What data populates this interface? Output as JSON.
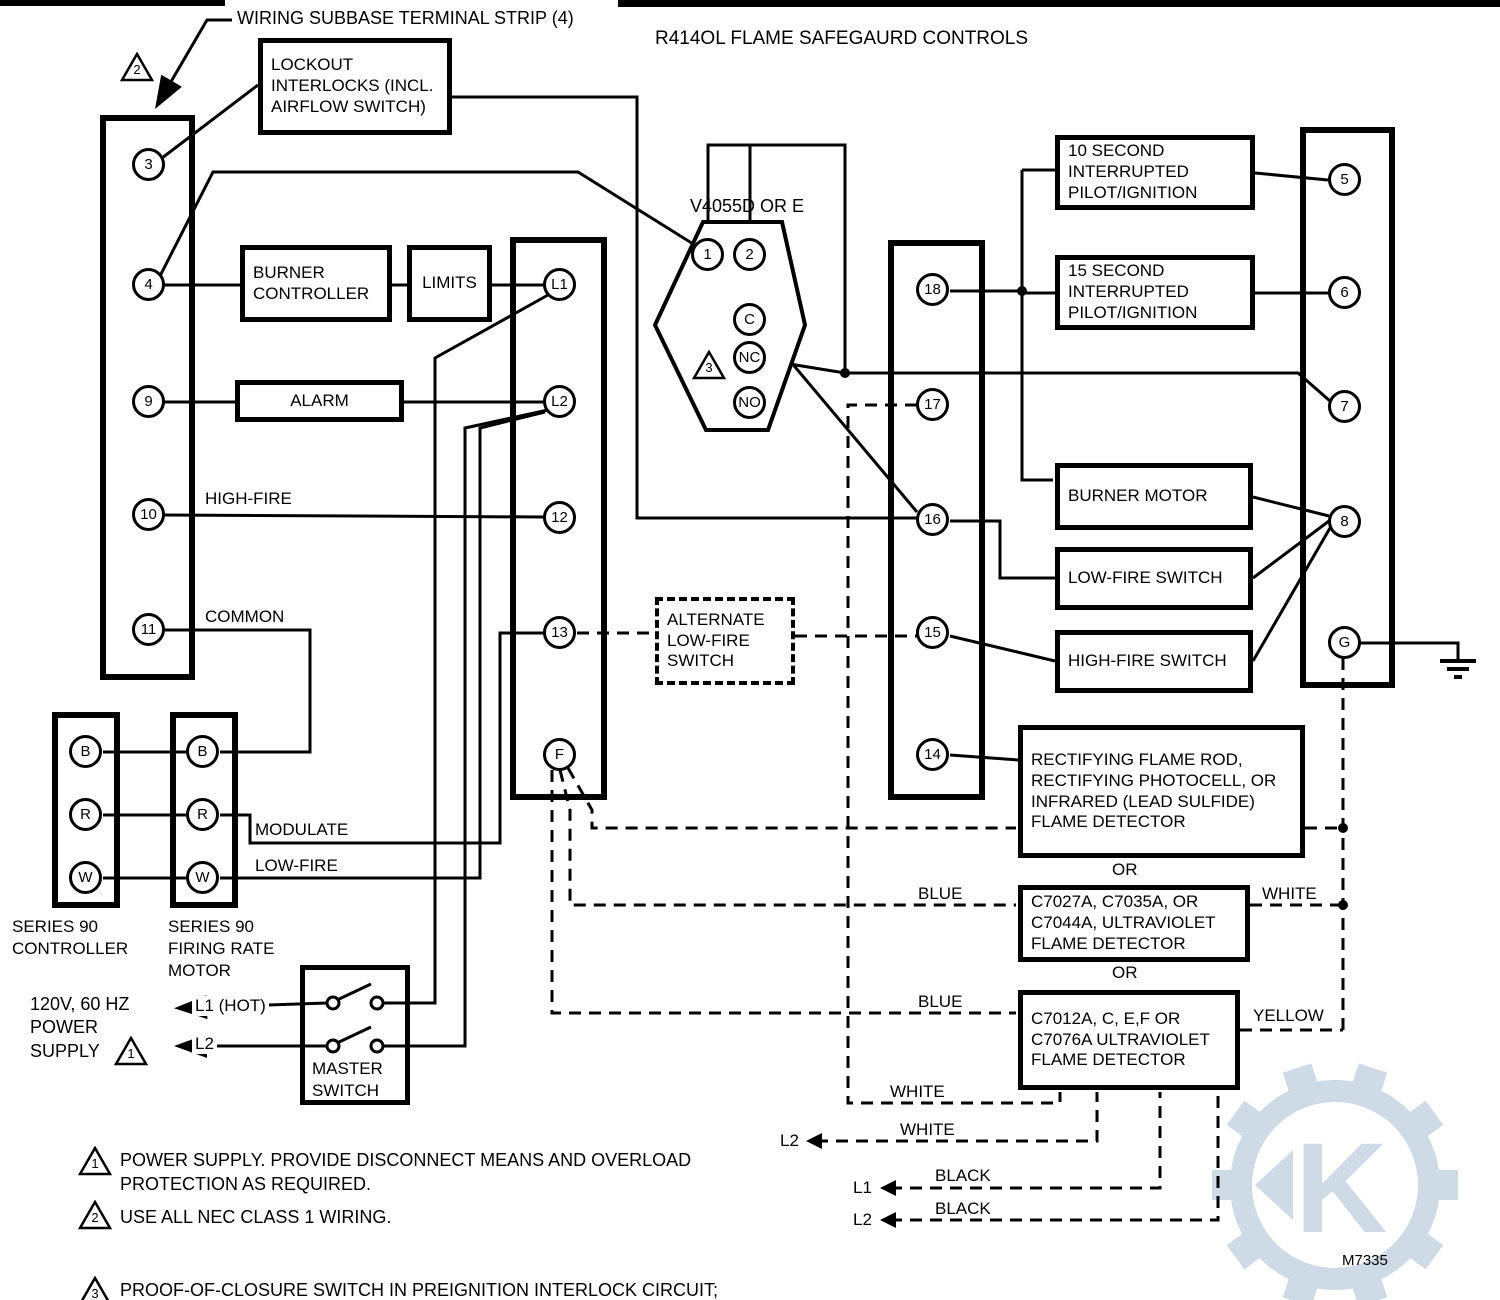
{
  "title": "R414OL FLAME SAFEGAURD CONTROLS",
  "top_label": "WIRING SUBBASE TERMINAL STRIP (4)",
  "markers": {
    "top": "2",
    "valve": "3",
    "power": "1"
  },
  "boxes": {
    "lockout": "LOCKOUT INTERLOCKS (INCL. AIRFLOW SWITCH)",
    "burner_controller": "BURNER CONTROLLER",
    "limits": "LIMITS",
    "alarm": "ALARM",
    "pilot10": "10 SECOND INTERRUPTED PILOT/IGNITION",
    "pilot15": "15 SECOND INTERRUPTED PILOT/IGNITION",
    "burner_motor": "BURNER MOTOR",
    "low_fire_switch": "LOW-FIRE SWITCH",
    "high_fire_switch": "HIGH-FIRE SWITCH",
    "alt_low_fire": "ALTERNATE LOW-FIRE SWITCH",
    "rectifying": "RECTIFYING FLAME ROD, RECTIFYING PHOTOCELL, OR INFRARED (LEAD SULFIDE) FLAME DETECTOR",
    "uv1": "C7027A, C7035A, OR C7044A, ULTRAVIOLET FLAME DETECTOR",
    "uv2": "C7012A, C, E,F OR C7076A ULTRAVIOLET FLAME DETECTOR",
    "master_switch": "MASTER SWITCH"
  },
  "valve": {
    "label": "V4055D OR E",
    "terminals": [
      "1",
      "2",
      "C",
      "NC",
      "NO"
    ]
  },
  "terminals": {
    "left": [
      "3",
      "4",
      "9",
      "10",
      "11"
    ],
    "middle": [
      "L1",
      "L2",
      "12",
      "13",
      "F"
    ],
    "right_mid": [
      "18",
      "17",
      "16",
      "15",
      "14"
    ],
    "far_right": [
      "5",
      "6",
      "7",
      "8",
      "G"
    ],
    "controller_strip": [
      "B",
      "R",
      "W"
    ],
    "motor_strip": [
      "B",
      "R",
      "W"
    ]
  },
  "labels": {
    "high_fire": "HIGH-FIRE",
    "common": "COMMON",
    "modulate": "MODULATE",
    "low_fire": "LOW-FIRE",
    "series90_controller": "SERIES 90 CONTROLLER",
    "series90_motor": "SERIES 90 FIRING RATE MOTOR",
    "power_supply": "120V, 60 HZ POWER SUPPLY",
    "l1_hot": "L1 (HOT)",
    "l2": "L2",
    "or1": "OR",
    "or2": "OR",
    "m_number": "M7335"
  },
  "wire_labels": {
    "blue1": "BLUE",
    "white1": "WHITE",
    "blue2": "BLUE",
    "yellow": "YELLOW",
    "white2": "WHITE",
    "white3": "WHITE",
    "black1": "BLACK",
    "black2": "BLACK",
    "l2a": "L2",
    "l1": "L1",
    "l2b": "L2"
  },
  "notes": [
    {
      "num": "1",
      "text": "POWER SUPPLY. PROVIDE DISCONNECT MEANS AND OVERLOAD PROTECTION AS REQUIRED."
    },
    {
      "num": "2",
      "text": "USE ALL NEC CLASS 1 WIRING."
    },
    {
      "num": "3",
      "text": "PROOF-OF-CLOSURE SWITCH IN PREIGNITION INTERLOCK CIRCUIT; SWITCH IS CLOSED NC-C WHEN ACTUATOR IS DE-ENERGIZED."
    }
  ]
}
